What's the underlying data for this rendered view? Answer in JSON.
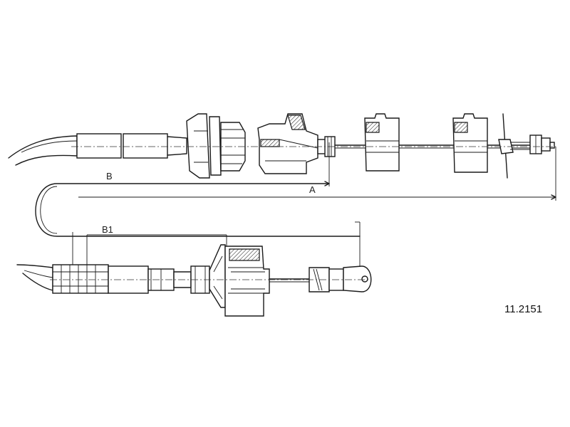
{
  "diagram": {
    "part_number": "11.2151",
    "dimensions": {
      "a_label": "A",
      "b_label": "B",
      "b1_label": "B1"
    }
  }
}
